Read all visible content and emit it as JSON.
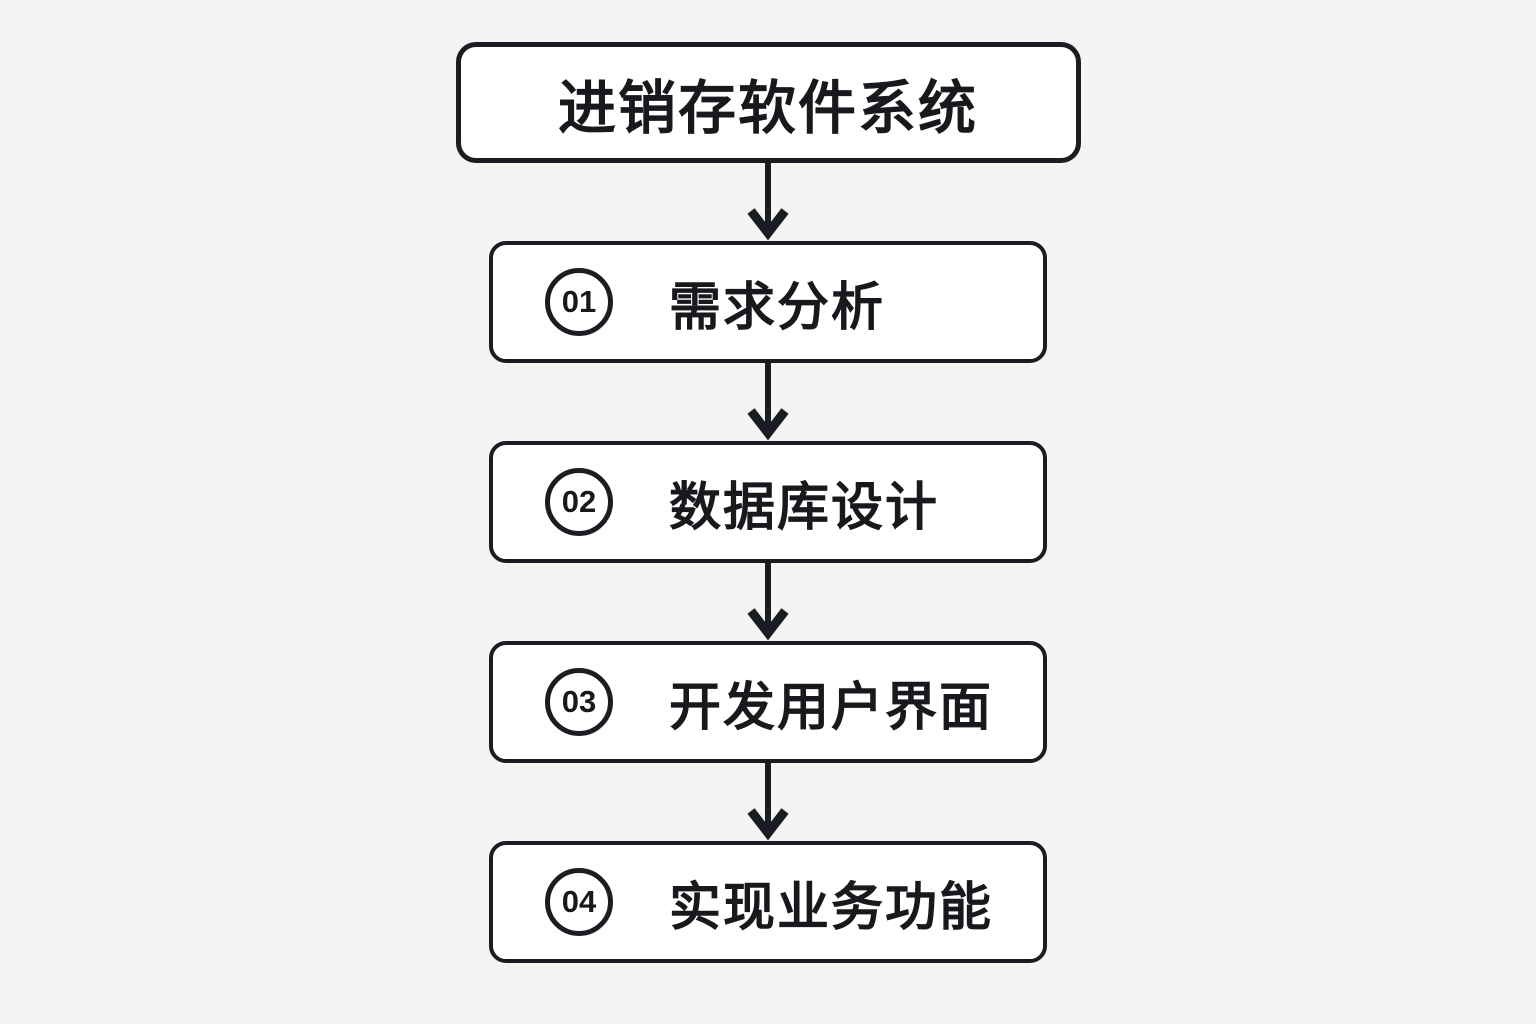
{
  "diagram": {
    "title": "进销存软件系统",
    "steps": [
      {
        "number": "01",
        "label": "需求分析"
      },
      {
        "number": "02",
        "label": "数据库设计"
      },
      {
        "number": "03",
        "label": "开发用户界面"
      },
      {
        "number": "04",
        "label": "实现业务功能"
      }
    ],
    "colors": {
      "background": "#f5f4f2",
      "node_fill": "#ffffff",
      "stroke": "#1a1d22",
      "text": "#17191d"
    }
  }
}
